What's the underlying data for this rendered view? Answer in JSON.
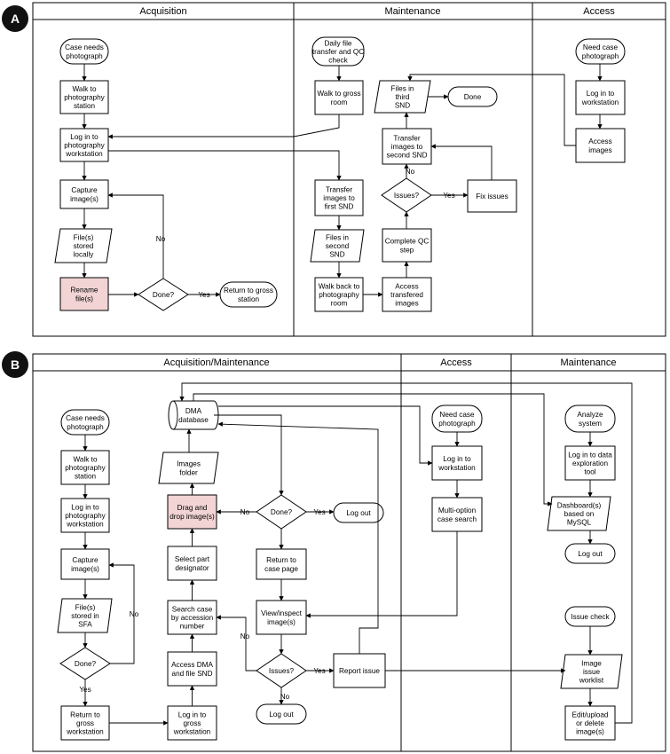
{
  "panels": [
    {
      "label": "A",
      "lanes": [
        "Acquisition",
        "Maintenance",
        "Access"
      ],
      "nodes": {
        "a_case": "Case needs\nphotograph",
        "a_walk": "Walk to\nphotography\nstation",
        "a_login": "Log in to\nphotography\nworkstation",
        "a_capture": "Capture\nimage(s)",
        "a_files": "File(s)\nstored\nlocally",
        "a_rename": "Rename\nfile(s)",
        "a_done": "Done?",
        "a_return": "Return to gross\nstation",
        "m_daily": "Daily file\ntransfer and QC\ncheck",
        "m_walk_gross": "Walk to gross\nroom",
        "m_transfer1": "Transfer\nimages to\nfirst SND",
        "m_files2": "Files in\nsecond\nSND",
        "m_walk_back": "Walk back to\nphotography\nroom",
        "m_access": "Access\ntransfered\nimages",
        "m_qc": "Complete QC\nstep",
        "m_issues": "Issues?",
        "m_fix": "Fix issues",
        "m_transfer2": "Transfer\nimages to\nsecond SND",
        "m_files3": "Files in\nthird\nSND",
        "m_done": "Done",
        "x_need": "Need case\nphotograph",
        "x_login": "Log in to\nworkstation",
        "x_access": "Access\nimages"
      },
      "edge_labels": {
        "no_done": "No",
        "yes_done": "Yes",
        "yes_issues": "Yes",
        "no_issues": "No"
      }
    },
    {
      "label": "B",
      "lanes": [
        "Acquisition/Maintenance",
        "Access",
        "Maintenance"
      ],
      "nodes": {
        "b_case": "Case needs\nphotograph",
        "b_walk": "Walk to\nphotography\nstation",
        "b_login": "Log in to\nphotography\nworkstation",
        "b_capture": "Capture\nimage(s)",
        "b_files": "File(s)\nstored in\nSFA",
        "b_done": "Done?",
        "b_return": "Return to\ngross\nworkstation",
        "b_dma": "DMA\ndatabase",
        "b_folder": "Images\nfolder",
        "b_drag": "Drag and\ndrop image(s)",
        "b_select": "Select part\ndesignator",
        "b_search": "Search case\nby accession\nnumber",
        "b_access_dma": "Access DMA\nand file SND",
        "b_login_gross": "Log in to\ngross\nworkstation",
        "b_done2": "Done?",
        "b_logout1": "Log out",
        "b_return_case": "Return to\ncase page",
        "b_view": "View/inspect\nimage(s)",
        "b_issues": "Issues?",
        "b_logout2": "Log out",
        "b_report": "Report issue",
        "x_need": "Need case\nphotograph",
        "x_login": "Log in to\nworkstation",
        "x_search": "Multi-option\ncase search",
        "m_analyze": "Analyze\nsystem",
        "m_login": "Log in to data\nexploration\ntool",
        "m_dash": "Dashboard(s)\nbased on\nMySQL",
        "m_logout": "Log out",
        "m_issue_check": "Issue check",
        "m_worklist": "Image\nissue\nworklist",
        "m_edit": "Edit/upload\nor delete\nimage(s)"
      },
      "edge_labels": {
        "no_done": "No",
        "yes_done": "Yes",
        "no_done2": "No",
        "yes_done2": "Yes",
        "no_issues": "No",
        "yes_issues": "Yes",
        "no_issues_down": "No"
      }
    }
  ]
}
